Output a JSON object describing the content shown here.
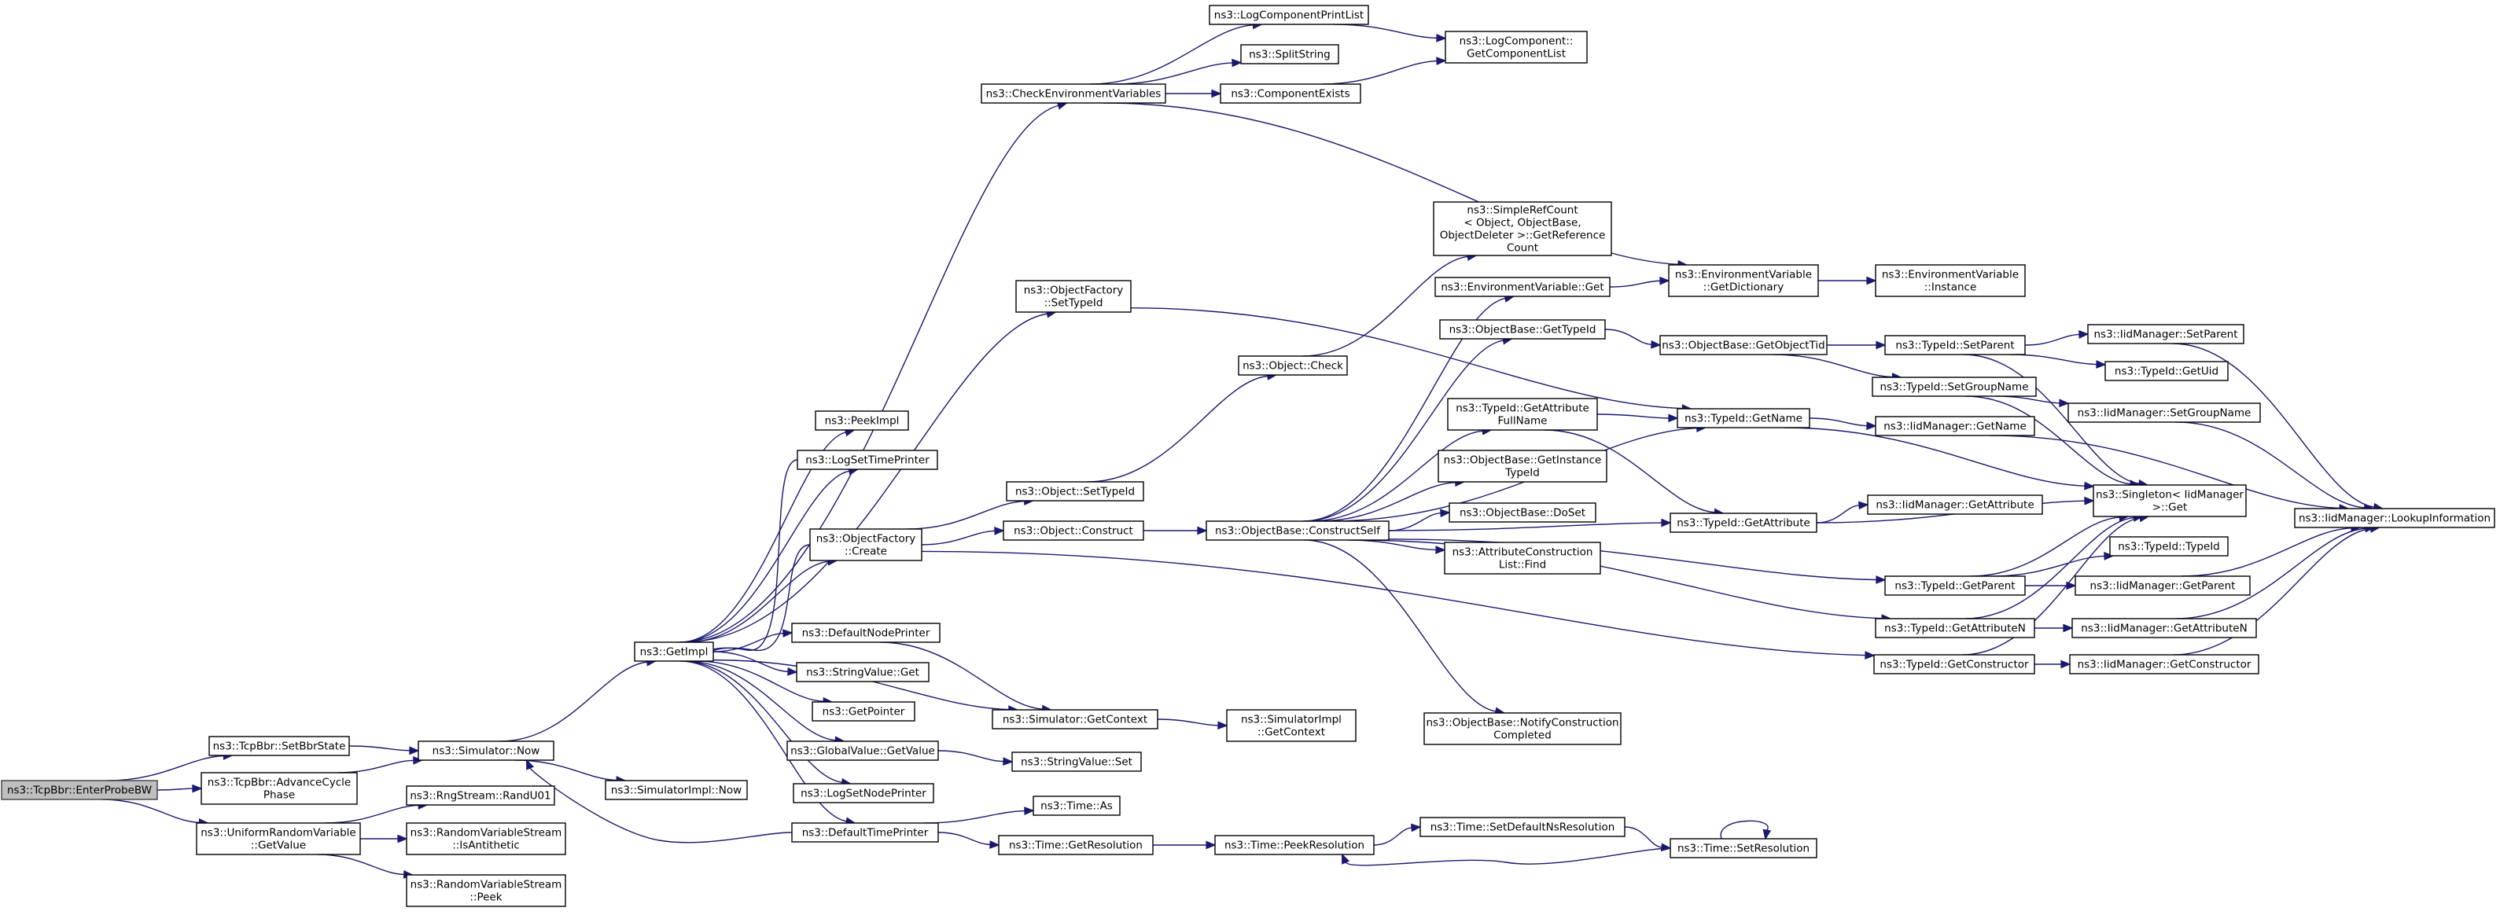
{
  "colors": {
    "edge": "#191970",
    "root_fill": "#bfbfbf",
    "node_fill": "#ffffff",
    "node_border": "#000000"
  },
  "nodes": [
    {
      "id": "root",
      "lines": [
        "ns3::TcpBbr::EnterProbeBW"
      ]
    },
    {
      "id": "setbbr",
      "lines": [
        "ns3::TcpBbr::SetBbrState"
      ]
    },
    {
      "id": "advcycle",
      "lines": [
        "ns3::TcpBbr::AdvanceCycle",
        "Phase"
      ]
    },
    {
      "id": "urvget",
      "lines": [
        "ns3::UniformRandomVariable",
        "::GetValue"
      ]
    },
    {
      "id": "simnow",
      "lines": [
        "ns3::Simulator::Now"
      ]
    },
    {
      "id": "randu01",
      "lines": [
        "ns3::RngStream::RandU01"
      ]
    },
    {
      "id": "isanti",
      "lines": [
        "ns3::RandomVariableStream",
        "::IsAntithetic"
      ]
    },
    {
      "id": "peek",
      "lines": [
        "ns3::RandomVariableStream",
        "::Peek"
      ]
    },
    {
      "id": "getimpl",
      "lines": [
        "ns3::GetImpl"
      ]
    },
    {
      "id": "simimplnow",
      "lines": [
        "ns3::SimulatorImpl::Now"
      ]
    },
    {
      "id": "peekimpl",
      "lines": [
        "ns3::PeekImpl"
      ]
    },
    {
      "id": "logsettime",
      "lines": [
        "ns3::LogSetTimePrinter"
      ]
    },
    {
      "id": "ofcreate",
      "lines": [
        "ns3::ObjectFactory",
        "::Create"
      ]
    },
    {
      "id": "defnode",
      "lines": [
        "ns3::DefaultNodePrinter"
      ]
    },
    {
      "id": "svget",
      "lines": [
        "ns3::StringValue::Get"
      ]
    },
    {
      "id": "getpointer",
      "lines": [
        "ns3::GetPointer"
      ]
    },
    {
      "id": "gvget",
      "lines": [
        "ns3::GlobalValue::GetValue"
      ]
    },
    {
      "id": "logsetnode",
      "lines": [
        "ns3::LogSetNodePrinter"
      ]
    },
    {
      "id": "deftime",
      "lines": [
        "ns3::DefaultTimePrinter"
      ]
    },
    {
      "id": "checkenv",
      "lines": [
        "ns3::CheckEnvironmentVariables"
      ]
    },
    {
      "id": "ofsettype",
      "lines": [
        "ns3::ObjectFactory",
        "::SetTypeId"
      ]
    },
    {
      "id": "objsettype",
      "lines": [
        "ns3::Object::SetTypeId"
      ]
    },
    {
      "id": "objconstruct",
      "lines": [
        "ns3::Object::Construct"
      ]
    },
    {
      "id": "simgetctx",
      "lines": [
        "ns3::Simulator::GetContext"
      ]
    },
    {
      "id": "svset",
      "lines": [
        "ns3::StringValue::Set"
      ]
    },
    {
      "id": "timeas",
      "lines": [
        "ns3::Time::As"
      ]
    },
    {
      "id": "timegetres",
      "lines": [
        "ns3::Time::GetResolution"
      ]
    },
    {
      "id": "logcomplist",
      "lines": [
        "ns3::LogComponentPrintList"
      ]
    },
    {
      "id": "splitstring",
      "lines": [
        "ns3::SplitString"
      ]
    },
    {
      "id": "compexists",
      "lines": [
        "ns3::ComponentExists"
      ]
    },
    {
      "id": "objcheck",
      "lines": [
        "ns3::Object::Check"
      ]
    },
    {
      "id": "constructself",
      "lines": [
        "ns3::ObjectBase::ConstructSelf"
      ]
    },
    {
      "id": "simimplctx",
      "lines": [
        "ns3::SimulatorImpl",
        "::GetContext"
      ]
    },
    {
      "id": "timepeekres",
      "lines": [
        "ns3::Time::PeekResolution"
      ]
    },
    {
      "id": "logcompget",
      "lines": [
        "ns3::LogComponent::",
        "GetComponentList"
      ]
    },
    {
      "id": "simplerefcount",
      "lines": [
        "ns3::SimpleRefCount",
        "< Object, ObjectBase,",
        "ObjectDeleter >::GetReference",
        "Count"
      ]
    },
    {
      "id": "envget",
      "lines": [
        "ns3::EnvironmentVariable::Get"
      ]
    },
    {
      "id": "obgettypeid",
      "lines": [
        "ns3::ObjectBase::GetTypeId"
      ]
    },
    {
      "id": "tgetattrfull",
      "lines": [
        "ns3::TypeId::GetAttribute",
        "FullName"
      ]
    },
    {
      "id": "obgetinstance",
      "lines": [
        "ns3::ObjectBase::GetInstance",
        "TypeId"
      ]
    },
    {
      "id": "obdoset",
      "lines": [
        "ns3::ObjectBase::DoSet"
      ]
    },
    {
      "id": "attrfind",
      "lines": [
        "ns3::AttributeConstruction",
        "List::Find"
      ]
    },
    {
      "id": "obnotify",
      "lines": [
        "ns3::ObjectBase::NotifyConstruction",
        "Completed"
      ]
    },
    {
      "id": "timesetdefault",
      "lines": [
        "ns3::Time::SetDefaultNsResolution"
      ]
    },
    {
      "id": "envgetdict",
      "lines": [
        "ns3::EnvironmentVariable",
        "::GetDictionary"
      ]
    },
    {
      "id": "obgetobjtid",
      "lines": [
        "ns3::ObjectBase::GetObjectTid"
      ]
    },
    {
      "id": "tgetname",
      "lines": [
        "ns3::TypeId::GetName"
      ]
    },
    {
      "id": "tgetattr",
      "lines": [
        "ns3::TypeId::GetAttribute"
      ]
    },
    {
      "id": "timesetres",
      "lines": [
        "ns3::Time::SetResolution"
      ]
    },
    {
      "id": "envinstance",
      "lines": [
        "ns3::EnvironmentVariable",
        "::Instance"
      ]
    },
    {
      "id": "tsetparent",
      "lines": [
        "ns3::TypeId::SetParent"
      ]
    },
    {
      "id": "tsetgroup",
      "lines": [
        "ns3::TypeId::SetGroupName"
      ]
    },
    {
      "id": "iidgetname",
      "lines": [
        "ns3::IidManager::GetName"
      ]
    },
    {
      "id": "iidgetattr",
      "lines": [
        "ns3::IidManager::GetAttribute"
      ]
    },
    {
      "id": "tgetparent",
      "lines": [
        "ns3::TypeId::GetParent"
      ]
    },
    {
      "id": "tgetattrn",
      "lines": [
        "ns3::TypeId::GetAttributeN"
      ]
    },
    {
      "id": "tgetctor",
      "lines": [
        "ns3::TypeId::GetConstructor"
      ]
    },
    {
      "id": "iidsetparent",
      "lines": [
        "ns3::IidManager::SetParent"
      ]
    },
    {
      "id": "tgetuid",
      "lines": [
        "ns3::TypeId::GetUid"
      ]
    },
    {
      "id": "iidsetgroup",
      "lines": [
        "ns3::IidManager::SetGroupName"
      ]
    },
    {
      "id": "singletonget",
      "lines": [
        "ns3::Singleton< IidManager",
        ">::Get"
      ]
    },
    {
      "id": "ttypeid",
      "lines": [
        "ns3::TypeId::TypeId"
      ]
    },
    {
      "id": "iidgetparent",
      "lines": [
        "ns3::IidManager::GetParent"
      ]
    },
    {
      "id": "iidgetattrn",
      "lines": [
        "ns3::IidManager::GetAttributeN"
      ]
    },
    {
      "id": "iidgetctor",
      "lines": [
        "ns3::IidManager::GetConstructor"
      ]
    },
    {
      "id": "iidlookup",
      "lines": [
        "ns3::IidManager::LookupInformation"
      ]
    }
  ],
  "edges": [
    [
      "root",
      "setbbr"
    ],
    [
      "root",
      "advcycle"
    ],
    [
      "root",
      "urvget"
    ],
    [
      "setbbr",
      "simnow"
    ],
    [
      "advcycle",
      "simnow"
    ],
    [
      "urvget",
      "randu01"
    ],
    [
      "urvget",
      "isanti"
    ],
    [
      "urvget",
      "peek"
    ],
    [
      "simnow",
      "getimpl"
    ],
    [
      "simnow",
      "simimplnow"
    ],
    [
      "getimpl",
      "peekimpl"
    ],
    [
      "getimpl",
      "logsettime"
    ],
    [
      "getimpl",
      "ofcreate"
    ],
    [
      "getimpl",
      "defnode"
    ],
    [
      "getimpl",
      "svget"
    ],
    [
      "getimpl",
      "getpointer"
    ],
    [
      "getimpl",
      "gvget"
    ],
    [
      "getimpl",
      "logsetnode"
    ],
    [
      "getimpl",
      "deftime"
    ],
    [
      "getimpl",
      "checkenv"
    ],
    [
      "getimpl",
      "ofsettype"
    ],
    [
      "logsettime",
      "getimpl"
    ],
    [
      "ofcreate",
      "getimpl"
    ],
    [
      "deftime",
      "simnow"
    ],
    [
      "ofcreate",
      "objsettype"
    ],
    [
      "ofcreate",
      "objconstruct"
    ],
    [
      "ofcreate",
      "tgetctor"
    ],
    [
      "ofsettype",
      "tgetname"
    ],
    [
      "defnode",
      "simgetctx"
    ],
    [
      "getimpl",
      "simgetctx"
    ],
    [
      "simgetctx",
      "simimplctx"
    ],
    [
      "gvget",
      "svset"
    ],
    [
      "deftime",
      "timeas"
    ],
    [
      "deftime",
      "timegetres"
    ],
    [
      "timegetres",
      "timepeekres"
    ],
    [
      "timepeekres",
      "timesetdefault"
    ],
    [
      "timesetdefault",
      "timesetres"
    ],
    [
      "timesetres",
      "timepeekres"
    ],
    [
      "timesetres",
      "timesetres"
    ],
    [
      "checkenv",
      "logcomplist"
    ],
    [
      "checkenv",
      "splitstring"
    ],
    [
      "checkenv",
      "compexists"
    ],
    [
      "checkenv",
      "envgetdict"
    ],
    [
      "logcomplist",
      "logcompget"
    ],
    [
      "compexists",
      "logcompget"
    ],
    [
      "objsettype",
      "objcheck"
    ],
    [
      "objcheck",
      "simplerefcount"
    ],
    [
      "objconstruct",
      "constructself"
    ],
    [
      "constructself",
      "envget"
    ],
    [
      "constructself",
      "obgettypeid"
    ],
    [
      "constructself",
      "tgetattrfull"
    ],
    [
      "constructself",
      "obgetinstance"
    ],
    [
      "constructself",
      "obdoset"
    ],
    [
      "constructself",
      "attrfind"
    ],
    [
      "constructself",
      "obnotify"
    ],
    [
      "constructself",
      "tgetname"
    ],
    [
      "constructself",
      "tgetattr"
    ],
    [
      "constructself",
      "tgetparent"
    ],
    [
      "constructself",
      "tgetattrn"
    ],
    [
      "envget",
      "envgetdict"
    ],
    [
      "envgetdict",
      "envinstance"
    ],
    [
      "obgettypeid",
      "obgetobjtid"
    ],
    [
      "obgetobjtid",
      "tsetparent"
    ],
    [
      "obgetobjtid",
      "tsetgroup"
    ],
    [
      "tgetattrfull",
      "tgetname"
    ],
    [
      "tgetattrfull",
      "tgetattr"
    ],
    [
      "tgetname",
      "iidgetname"
    ],
    [
      "tgetname",
      "singletonget"
    ],
    [
      "tgetattr",
      "iidgetattr"
    ],
    [
      "tgetattr",
      "singletonget"
    ],
    [
      "tsetparent",
      "iidsetparent"
    ],
    [
      "tsetparent",
      "tgetuid"
    ],
    [
      "tsetparent",
      "singletonget"
    ],
    [
      "tsetgroup",
      "iidsetgroup"
    ],
    [
      "tsetgroup",
      "singletonget"
    ],
    [
      "tgetparent",
      "singletonget"
    ],
    [
      "tgetparent",
      "ttypeid"
    ],
    [
      "tgetparent",
      "iidgetparent"
    ],
    [
      "tgetattrn",
      "singletonget"
    ],
    [
      "tgetattrn",
      "iidgetattrn"
    ],
    [
      "tgetctor",
      "singletonget"
    ],
    [
      "tgetctor",
      "iidgetctor"
    ],
    [
      "iidsetparent",
      "iidlookup"
    ],
    [
      "iidsetgroup",
      "iidlookup"
    ],
    [
      "iidgetname",
      "iidlookup"
    ],
    [
      "iidgetparent",
      "iidlookup"
    ],
    [
      "iidgetattrn",
      "iidlookup"
    ],
    [
      "iidgetctor",
      "iidlookup"
    ]
  ]
}
